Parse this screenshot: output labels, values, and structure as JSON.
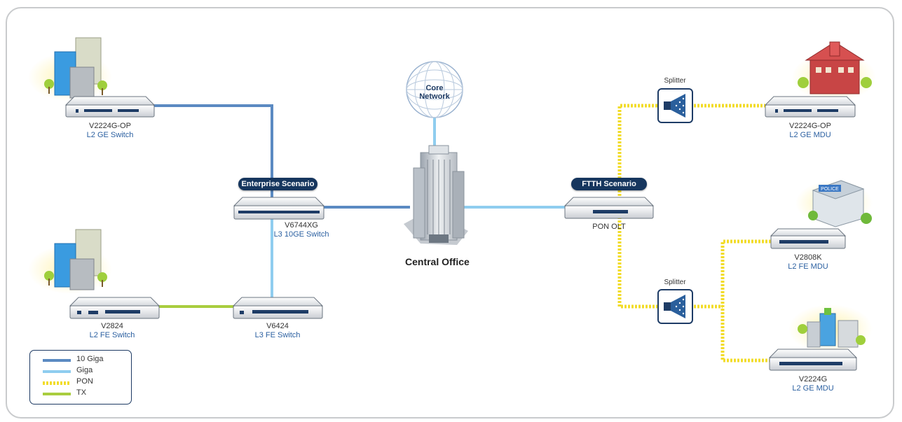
{
  "central_office": "Central Office",
  "core_network": "Core Network",
  "scenarios": {
    "enterprise": "Enterprise Scenario",
    "ftth": "FTTH Scenario"
  },
  "devices": {
    "v2224g_op_left": {
      "name": "V2224G-OP",
      "type": "L2 GE Switch"
    },
    "v6744xg": {
      "name": "V6744XG",
      "type": "L3 10GE Switch"
    },
    "v2824": {
      "name": "V2824",
      "type": "L2 FE Switch"
    },
    "v6424": {
      "name": "V6424",
      "type": "L3 FE Switch"
    },
    "pon_olt": {
      "name": "PON OLT"
    },
    "v2224g_op_right": {
      "name": "V2224G-OP",
      "type": "L2 GE MDU"
    },
    "v2808k": {
      "name": "V2808K",
      "type": "L2 FE MDU"
    },
    "v2224g": {
      "name": "V2224G",
      "type": "L2 GE MDU"
    }
  },
  "splitters": {
    "top": "Splitter",
    "bottom": "Splitter"
  },
  "legend": [
    {
      "label": "10 Giga",
      "color": "#5b8ac2",
      "style": "solid"
    },
    {
      "label": "Giga",
      "color": "#8fcdef",
      "style": "solid"
    },
    {
      "label": "PON",
      "color": "#f2dc2b",
      "style": "dotted"
    },
    {
      "label": "TX",
      "color": "#a9cd3f",
      "style": "solid"
    }
  ],
  "colors": {
    "ten_giga": "#5b8ac2",
    "giga": "#8fcdef",
    "pon": "#f2dc2b",
    "tx": "#a9cd3f",
    "pill": "#16365e",
    "police_sign": "POLICE"
  }
}
